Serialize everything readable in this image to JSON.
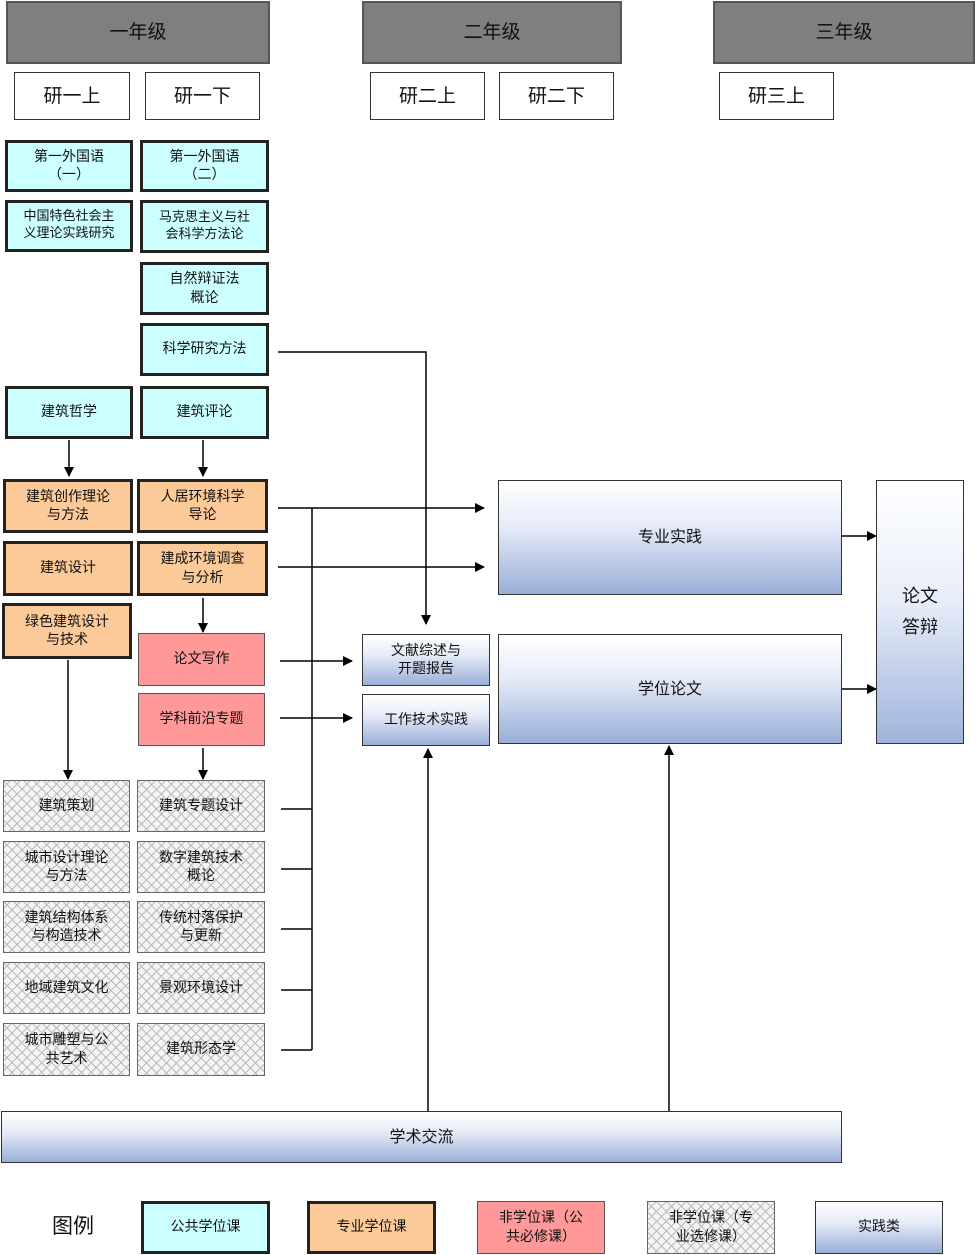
{
  "years": [
    "一年级",
    "二年级",
    "三年级"
  ],
  "semesters": [
    "研一上",
    "研一下",
    "研二上",
    "研二下",
    "研三上"
  ],
  "col1": {
    "foreign1": "第一外国语\n（一）",
    "socialism": "中国特色社会主\n义理论实践研究",
    "philosophy": "建筑哲学",
    "creation": "建筑创作理论\n与方法",
    "design": "建筑设计",
    "green": "绿色建筑设计\n与技术",
    "planning": "建筑策划",
    "urban_theory": "城市设计理论\n与方法",
    "structure": "建筑结构体系\n与构造技术",
    "regional": "地域建筑文化",
    "sculpture": "城市雕塑与公\n共艺术"
  },
  "col2": {
    "foreign2": "第一外国语\n（二）",
    "marxism": "马克思主义与社\n会科学方法论",
    "dialectics": "自然辩证法\n概论",
    "research": "科学研究方法",
    "criticism": "建筑评论",
    "habitat": "人居环境科学\n导论",
    "survey": "建成环境调查\n与分析",
    "writing": "论文写作",
    "frontier": "学科前沿专题",
    "topic_design": "建筑专题设计",
    "digital": "数字建筑技术\n概论",
    "village": "传统村落保护\n与更新",
    "landscape": "景观环境设计",
    "morphology": "建筑形态学"
  },
  "practice": {
    "review": "文献综述与\n开题报告",
    "work": "工作技术实践",
    "professional": "专业实践",
    "thesis": "学位论文",
    "defense": "论文\n答辩",
    "exchange": "学术交流"
  },
  "legend": {
    "title": "图例",
    "items": [
      "公共学位课",
      "专业学位课",
      "非学位课（公\n共必修课）",
      "非学位课（专\n业选修课）",
      "实践类"
    ]
  },
  "colors": {
    "public": "#ccffff",
    "professional": "#fcc999",
    "nondegree_public": "#ff9999",
    "nondegree_elective": "#cccccc",
    "practice": "#99aed8"
  }
}
